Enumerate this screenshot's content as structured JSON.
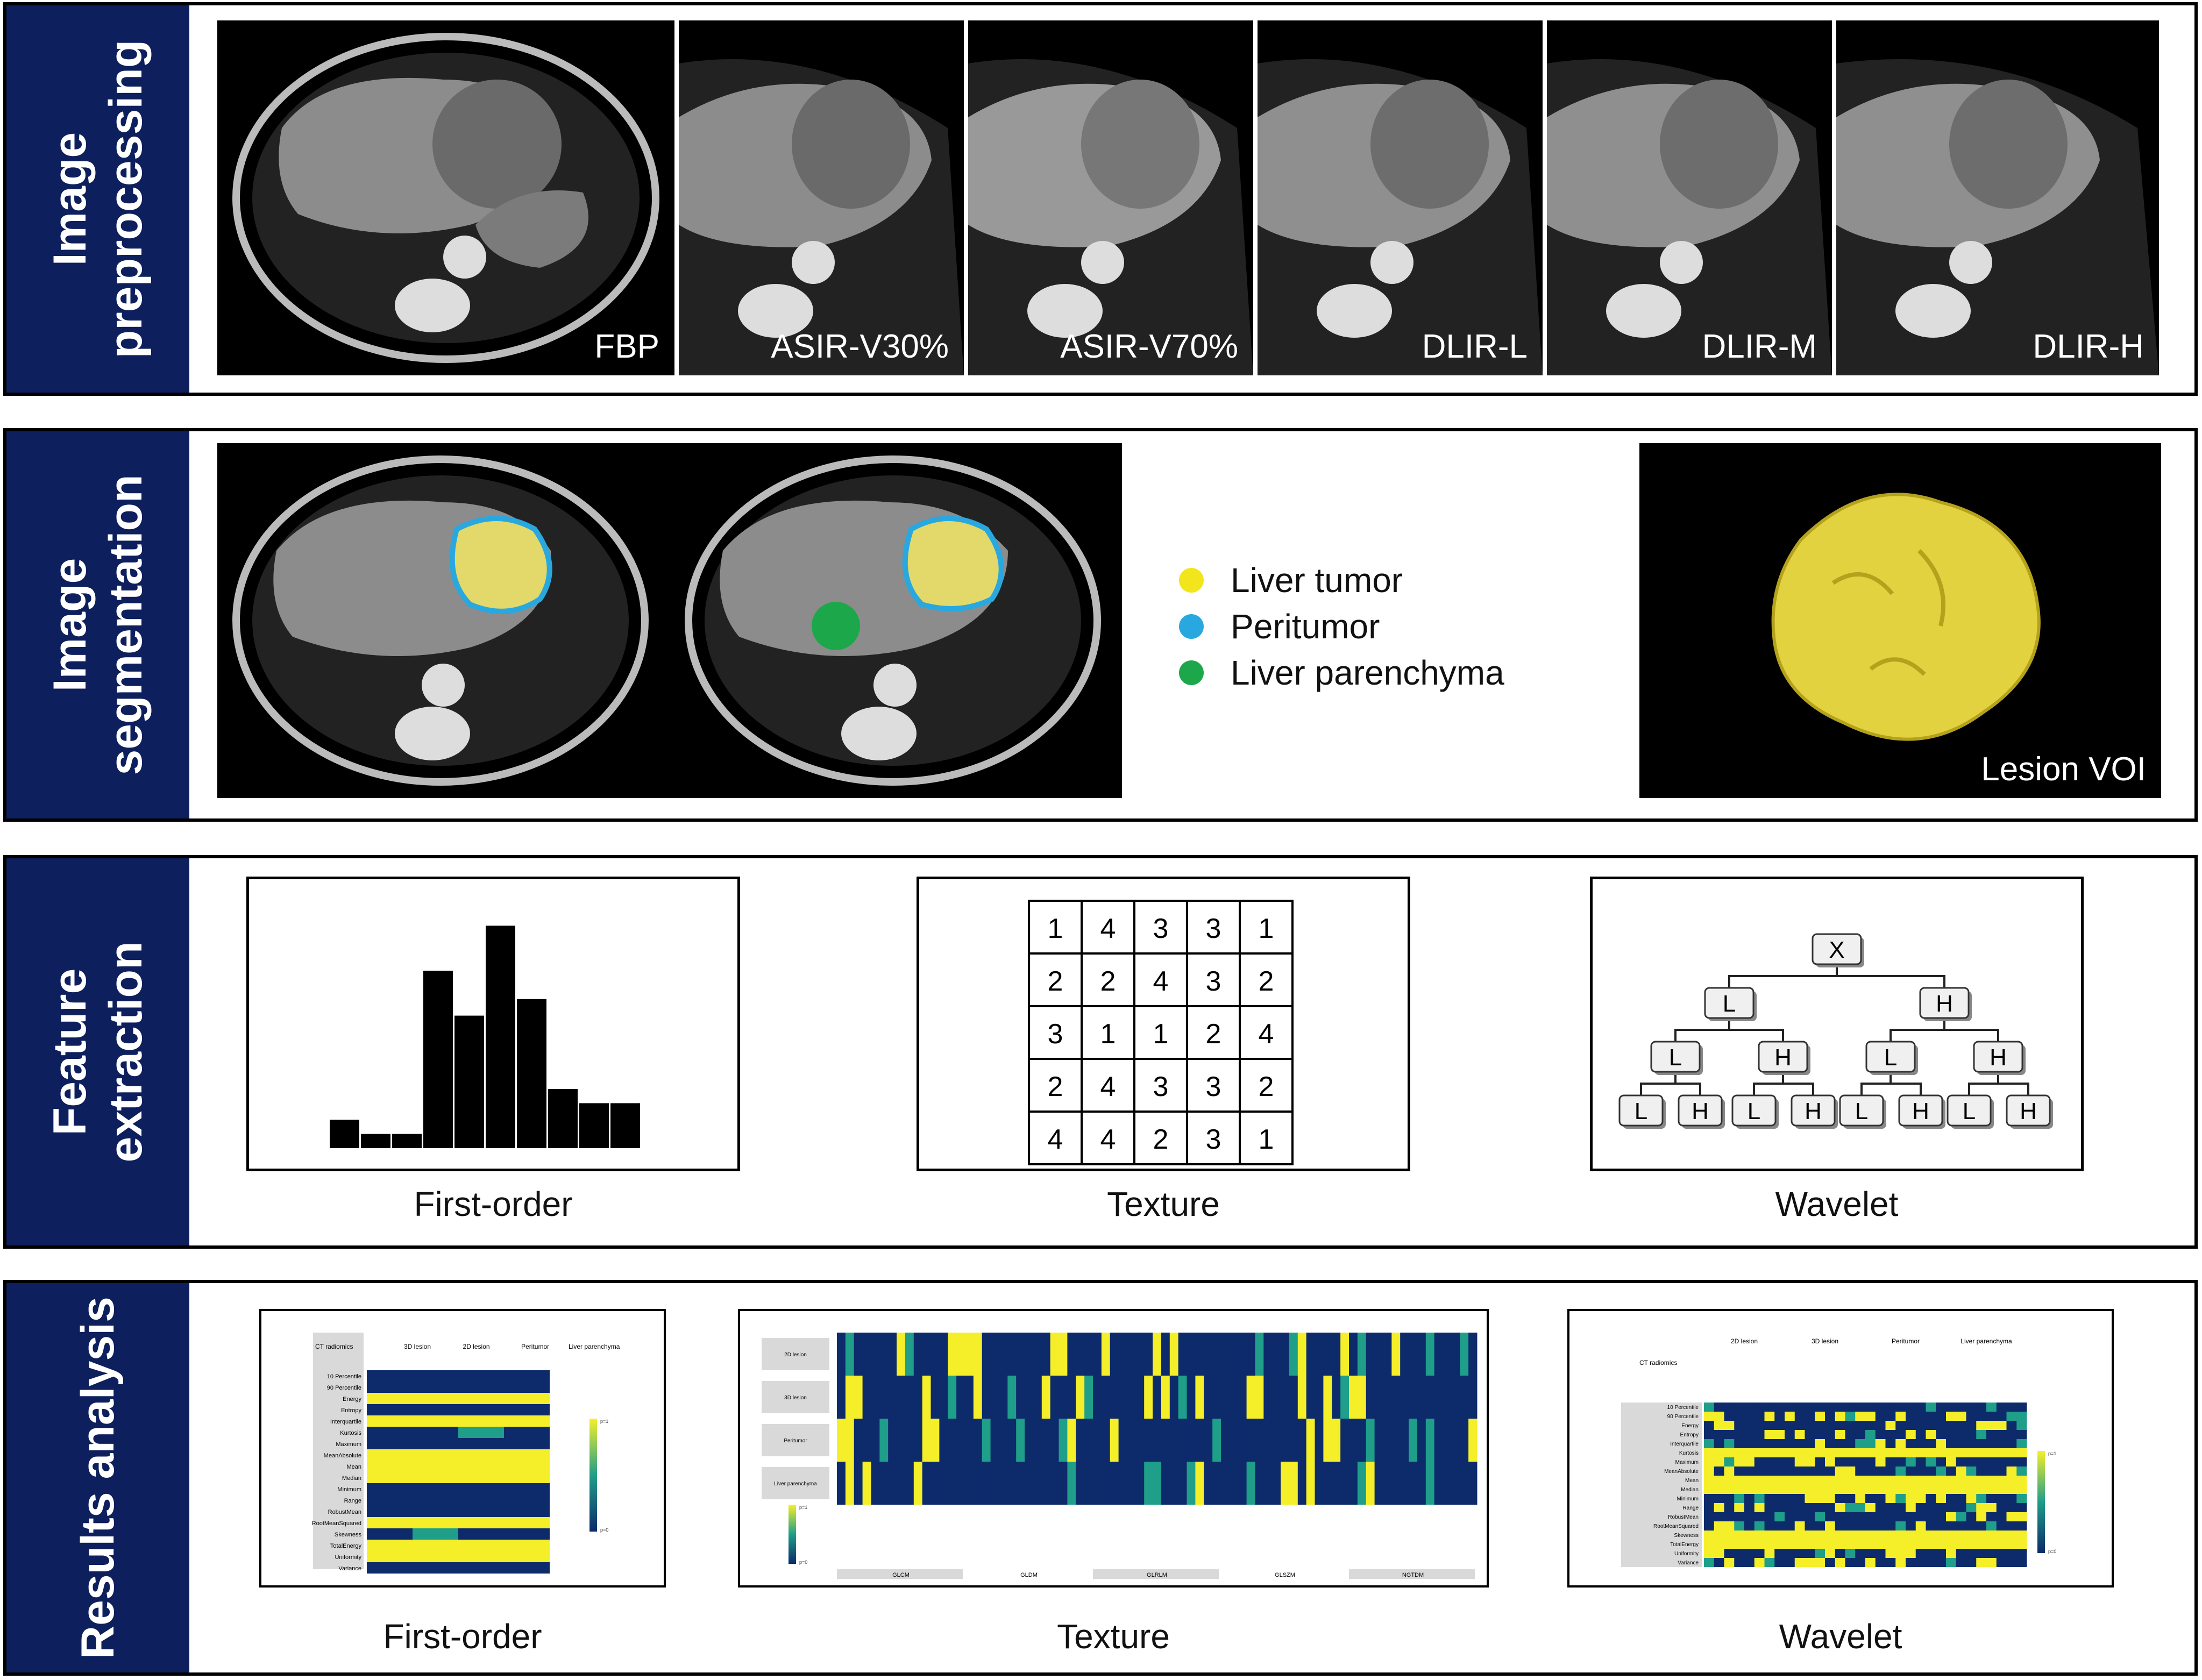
{
  "sections": {
    "preprocessing": {
      "title_line1": "Image",
      "title_line2": "preprocessing",
      "images": [
        "FBP",
        "ASIR-V30%",
        "ASIR-V70%",
        "DLIR-L",
        "DLIR-M",
        "DLIR-H"
      ]
    },
    "segmentation": {
      "title_line1": "Image",
      "title_line2": "segmentation",
      "legend": [
        {
          "label": "Liver tumor",
          "color": "#f2e51b"
        },
        {
          "label": "Peritumor",
          "color": "#29a8e0"
        },
        {
          "label": "Liver parenchyma",
          "color": "#1ca84a"
        }
      ],
      "voi_label": "Lesion VOI"
    },
    "features": {
      "title_line1": "Feature",
      "title_line2": "extraction",
      "first_order_caption": "First-order",
      "texture_caption": "Texture",
      "wavelet_caption": "Wavelet",
      "histogram": [
        0.12,
        0.06,
        0.06,
        0.75,
        0.56,
        0.94,
        0.63,
        0.25,
        0.19,
        0.19
      ],
      "texture_matrix": [
        [
          "1",
          "4",
          "3",
          "3",
          "1"
        ],
        [
          "2",
          "2",
          "4",
          "3",
          "2"
        ],
        [
          "3",
          "1",
          "1",
          "2",
          "4"
        ],
        [
          "2",
          "4",
          "3",
          "3",
          "2"
        ],
        [
          "4",
          "4",
          "2",
          "3",
          "1"
        ]
      ],
      "wavelet_tree": {
        "root": "X",
        "l": "L",
        "h": "H"
      }
    },
    "results": {
      "title": "Results analysis",
      "first_order_caption": "First-order",
      "texture_caption": "Texture",
      "wavelet_caption": "Wavelet",
      "fo_header": [
        "CT radiomics",
        "3D lesion",
        "2D lesion",
        "Peritumor",
        "Liver parenchyma"
      ],
      "fo_rows": [
        "10 Percentile",
        "90 Percentile",
        "Energy",
        "Entropy",
        "Interquartile",
        "Kurtosis",
        "Maximum",
        "MeanAbsolute",
        "Mean",
        "Median",
        "Minimum",
        "Range",
        "RobustMean",
        "RootMeanSquared",
        "Skewness",
        "TotalEnergy",
        "Uniformity",
        "Variance"
      ],
      "tex_rows": [
        "2D lesion",
        "3D lesion",
        "Peritumor",
        "Liver parenchyma"
      ],
      "tex_groups": [
        "GLCM",
        "GLDM",
        "GLRLM",
        "GLSZM",
        "NGTDM"
      ],
      "wav_header": [
        "CT radiomics",
        "2D lesion",
        "3D lesion",
        "Peritumor",
        "Liver parenchyma"
      ],
      "wav_rows": [
        "10 Percentile",
        "90 Percentile",
        "Energy",
        "Entropy",
        "Interquartile",
        "Kurtosis",
        "Maximum",
        "MeanAbsolute",
        "Mean",
        "Median",
        "Minimum",
        "Range",
        "RobustMean",
        "RootMeanSquared",
        "Skewness",
        "TotalEnergy",
        "Uniformity",
        "Variance"
      ],
      "colorbar_top": "p=1",
      "colorbar_bottom": "p=0",
      "colors": {
        "low": "#0d2a6b",
        "mid": "#1f9e89",
        "high": "#f5ef2a"
      }
    }
  }
}
